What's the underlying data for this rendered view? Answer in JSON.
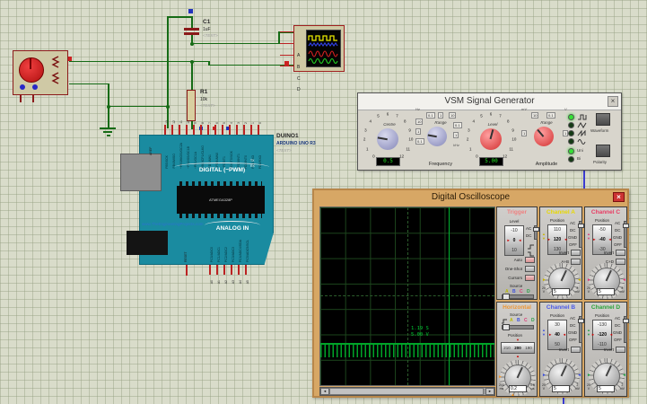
{
  "schematic": {
    "c1": {
      "ref": "C1",
      "value": "1uF",
      "text": "<TEXT>"
    },
    "r1": {
      "ref": "R1",
      "value": "10k",
      "text": "<TEXT>"
    },
    "probe": {
      "pins": [
        "A",
        "B",
        "C",
        "D"
      ]
    },
    "arduino": {
      "ref": "DUINO1",
      "type": "ARDUINO UNO R3",
      "text": "<TEXT>",
      "digital_label": "DIGITAL (~PWM)",
      "analog_label": "ANALOG IN",
      "aref": "AREF",
      "reset": "RESET",
      "tx": "TX",
      "rx": "RX",
      "chip": "ATMEGA328P",
      "watermark": "www.TheEngineeringProjects.com",
      "top_pin_numbers": [
        "13",
        "12",
        "11",
        "10",
        "9",
        "8",
        "7",
        "6",
        "5",
        "4",
        "3",
        "2",
        "1",
        "0"
      ],
      "top_pin_names": [
        "PB5/SCK",
        "PB4/MISO",
        "~PB3/MOSI/OC2A",
        "~PB2/SS/OC1B",
        "~PB1/OC1A",
        "PB0/ICP1/CLKO",
        "PD7/AIN1",
        "~PD6/AIN0",
        "~PD5/T1",
        "PD4/T0/XCK",
        "~PD3/INT1",
        "PD2/INT0",
        "PD1/TXD",
        "PD0/RXD"
      ],
      "bottom_pin_numbers": [
        "A0",
        "A1",
        "A2",
        "A3",
        "A4",
        "A5"
      ],
      "bottom_pin_names": [
        "PC0/ADC0",
        "PC1/ADC1",
        "PC2/ADC2",
        "PC3/ADC3",
        "PC4/ADC4/SDA",
        "PC5/ADC5/SCL"
      ]
    }
  },
  "signal_generator": {
    "title": "VSM Signal Generator",
    "close_icon": "×",
    "centre": {
      "label": "Centre",
      "scale": [
        "0",
        "1",
        "2",
        "3",
        "4",
        "5",
        "6",
        "7",
        "8",
        "9",
        "10",
        "11",
        "12"
      ],
      "display": "0.5"
    },
    "freq_range": {
      "label": "Range",
      "left_scale": [
        "10",
        "1",
        "0.1"
      ],
      "top_scale": [
        "0.1",
        "1",
        "10"
      ],
      "right_scale": [
        "0.1",
        "1"
      ],
      "unit_left": "Hz",
      "unit_right": "kHz"
    },
    "frequency_label": "Frequency",
    "level": {
      "label": "Level",
      "scale": [
        "0",
        "1",
        "2",
        "3",
        "4",
        "5",
        "6",
        "7",
        "8",
        "9",
        "10",
        "11",
        "12"
      ],
      "display": "5.00"
    },
    "amp_range": {
      "label": "Range",
      "left": "1",
      "top_scale": [
        "10",
        "0.1"
      ],
      "right": "1",
      "unit_left": "mV",
      "unit_right": "V"
    },
    "amplitude_label": "Amplitude",
    "waveform": {
      "label": "Waveform",
      "options": [
        "square",
        "triangle",
        "sawtooth",
        "sine"
      ],
      "active": 0
    },
    "polarity": {
      "label": "Polarity",
      "uni": "Uni",
      "bi": "Bi",
      "active": 0
    }
  },
  "oscilloscope": {
    "title": "Digital Oscilloscope",
    "close_icon": "×",
    "screen": {
      "readout_time": "1.19 S",
      "readout_voltage": "5.00 V"
    },
    "trigger": {
      "header": "Trigger",
      "level_label": "Level",
      "level_values": [
        "-10",
        "0",
        "10"
      ],
      "coupling": [
        "AC",
        "DC"
      ],
      "auto": "Auto",
      "one_shot": "One-Shot",
      "cursors": "Cursors",
      "source_label": "Source",
      "sources": [
        "A",
        "B",
        "C",
        "D"
      ]
    },
    "horizontal": {
      "header": "Horizontal",
      "source_label": "Source",
      "sources": [
        "A",
        "B",
        "C",
        "D"
      ],
      "position_label": "Position",
      "position_values": [
        "210",
        "200",
        "190"
      ],
      "range_min": "200",
      "range_min_unit": "ms",
      "value": "0.2",
      "range_max": "0.5",
      "range_max_unit": "µs"
    },
    "channel_a": {
      "header": "Channel A",
      "position_label": "Position",
      "position_values": [
        "110",
        "120",
        "130"
      ],
      "coupling": [
        "AC",
        "DC",
        "GND",
        "OFF"
      ],
      "invert": "Invert",
      "sum": "A+B",
      "range_min": "20",
      "range_min_unit": "V",
      "value": "5",
      "range_max": "2",
      "range_max_unit": "mV"
    },
    "channel_b": {
      "header": "Channel B",
      "position_label": "Position",
      "position_values": [
        "30",
        "40",
        "50"
      ],
      "coupling": [
        "AC",
        "DC",
        "GND",
        "OFF"
      ],
      "invert": "Invert",
      "range_min": "20",
      "range_min_unit": "V",
      "value": "5",
      "range_max": "2",
      "range_max_unit": "mV"
    },
    "channel_c": {
      "header": "Channel C",
      "position_label": "Position",
      "position_values": [
        "-50",
        "-40",
        "-30"
      ],
      "coupling": [
        "AC",
        "DC",
        "GND",
        "OFF"
      ],
      "invert": "Invert",
      "sum": "C+D",
      "range_min": "20",
      "range_min_unit": "V",
      "value": "5",
      "range_max": "2",
      "range_max_unit": "mV"
    },
    "channel_d": {
      "header": "Channel D",
      "position_label": "Position",
      "position_values": [
        "-130",
        "-120",
        "-110"
      ],
      "coupling": [
        "AC",
        "DC",
        "GND",
        "OFF"
      ],
      "invert": "Invert",
      "range_min": "20",
      "range_min_unit": "V",
      "value": "5",
      "range_max": "2",
      "range_max_unit": "mV"
    }
  }
}
